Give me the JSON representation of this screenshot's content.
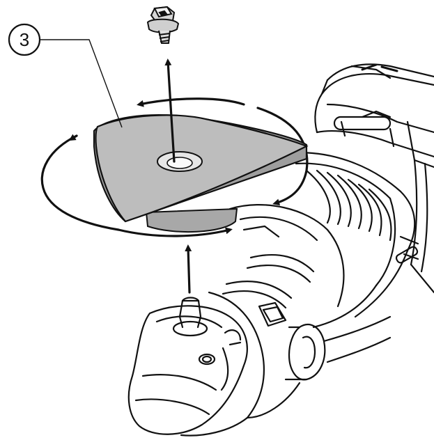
{
  "figure": {
    "callout": {
      "number": "3"
    },
    "parts": {
      "screw": "screw-icon",
      "sanding_pad": "triangular-sanding-pad",
      "tool_body": "oscillating-multi-tool",
      "spindle": "tool-spindle"
    },
    "arrows": {
      "rotation": "rotate-arrows",
      "remove_screw": "arrow-up",
      "attach_pad": "arrow-up"
    },
    "colors": {
      "pad_fill": "#b8b8b8",
      "pad_edge": "#9a9a9a",
      "line": "#111111",
      "background": "#ffffff"
    }
  }
}
